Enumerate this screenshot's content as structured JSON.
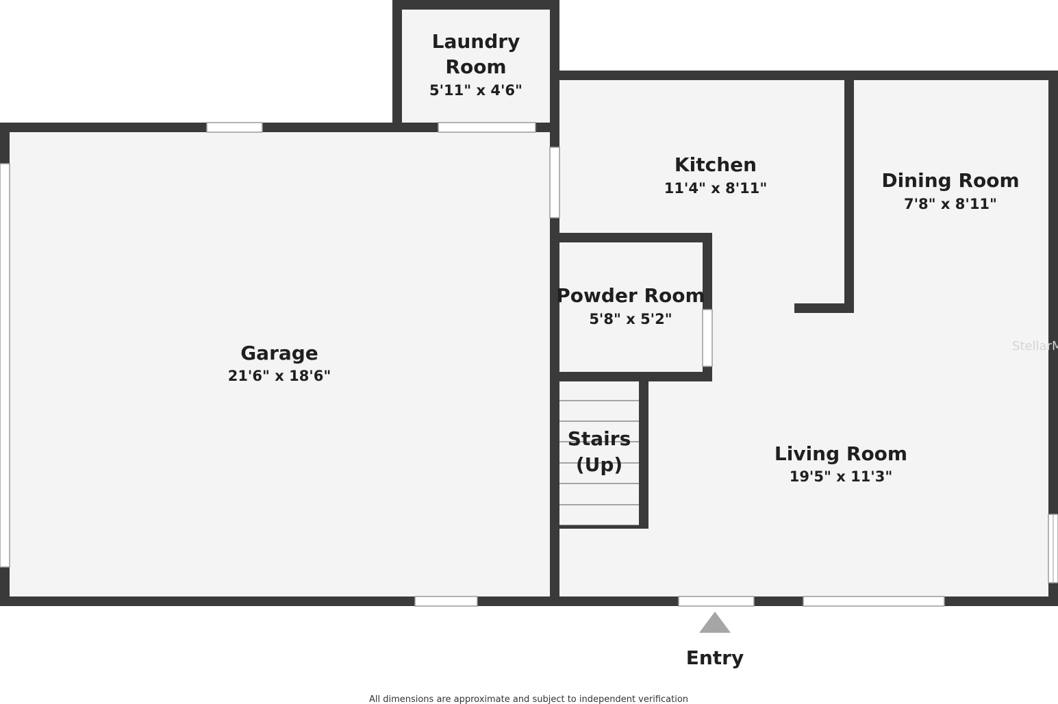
{
  "rooms": {
    "laundry": {
      "name_line1": "Laundry",
      "name_line2": "Room",
      "dimensions": "5'11\" x 4'6\""
    },
    "kitchen": {
      "name": "Kitchen",
      "dimensions": "11'4\" x 8'11\""
    },
    "dining": {
      "name": "Dining Room",
      "dimensions": "7'8\" x 8'11\""
    },
    "powder": {
      "name": "Powder Room",
      "dimensions": "5'8\" x 5'2\""
    },
    "garage": {
      "name": "Garage",
      "dimensions": "21'6\" x 18'6\""
    },
    "stairs": {
      "name_line1": "Stairs",
      "name_line2": "(Up)"
    },
    "living": {
      "name": "Living Room",
      "dimensions": "19'5\" x 11'3\""
    }
  },
  "entry": {
    "label": "Entry"
  },
  "disclaimer": "All dimensions are approximate and subject to independent verification",
  "watermark": "StellarM",
  "colors": {
    "wall": "#3a3a3a",
    "floor": "#f4f4f4",
    "background": "#ffffff",
    "entry_arrow": "#a6a6a6",
    "text": "#1f1f1f"
  }
}
